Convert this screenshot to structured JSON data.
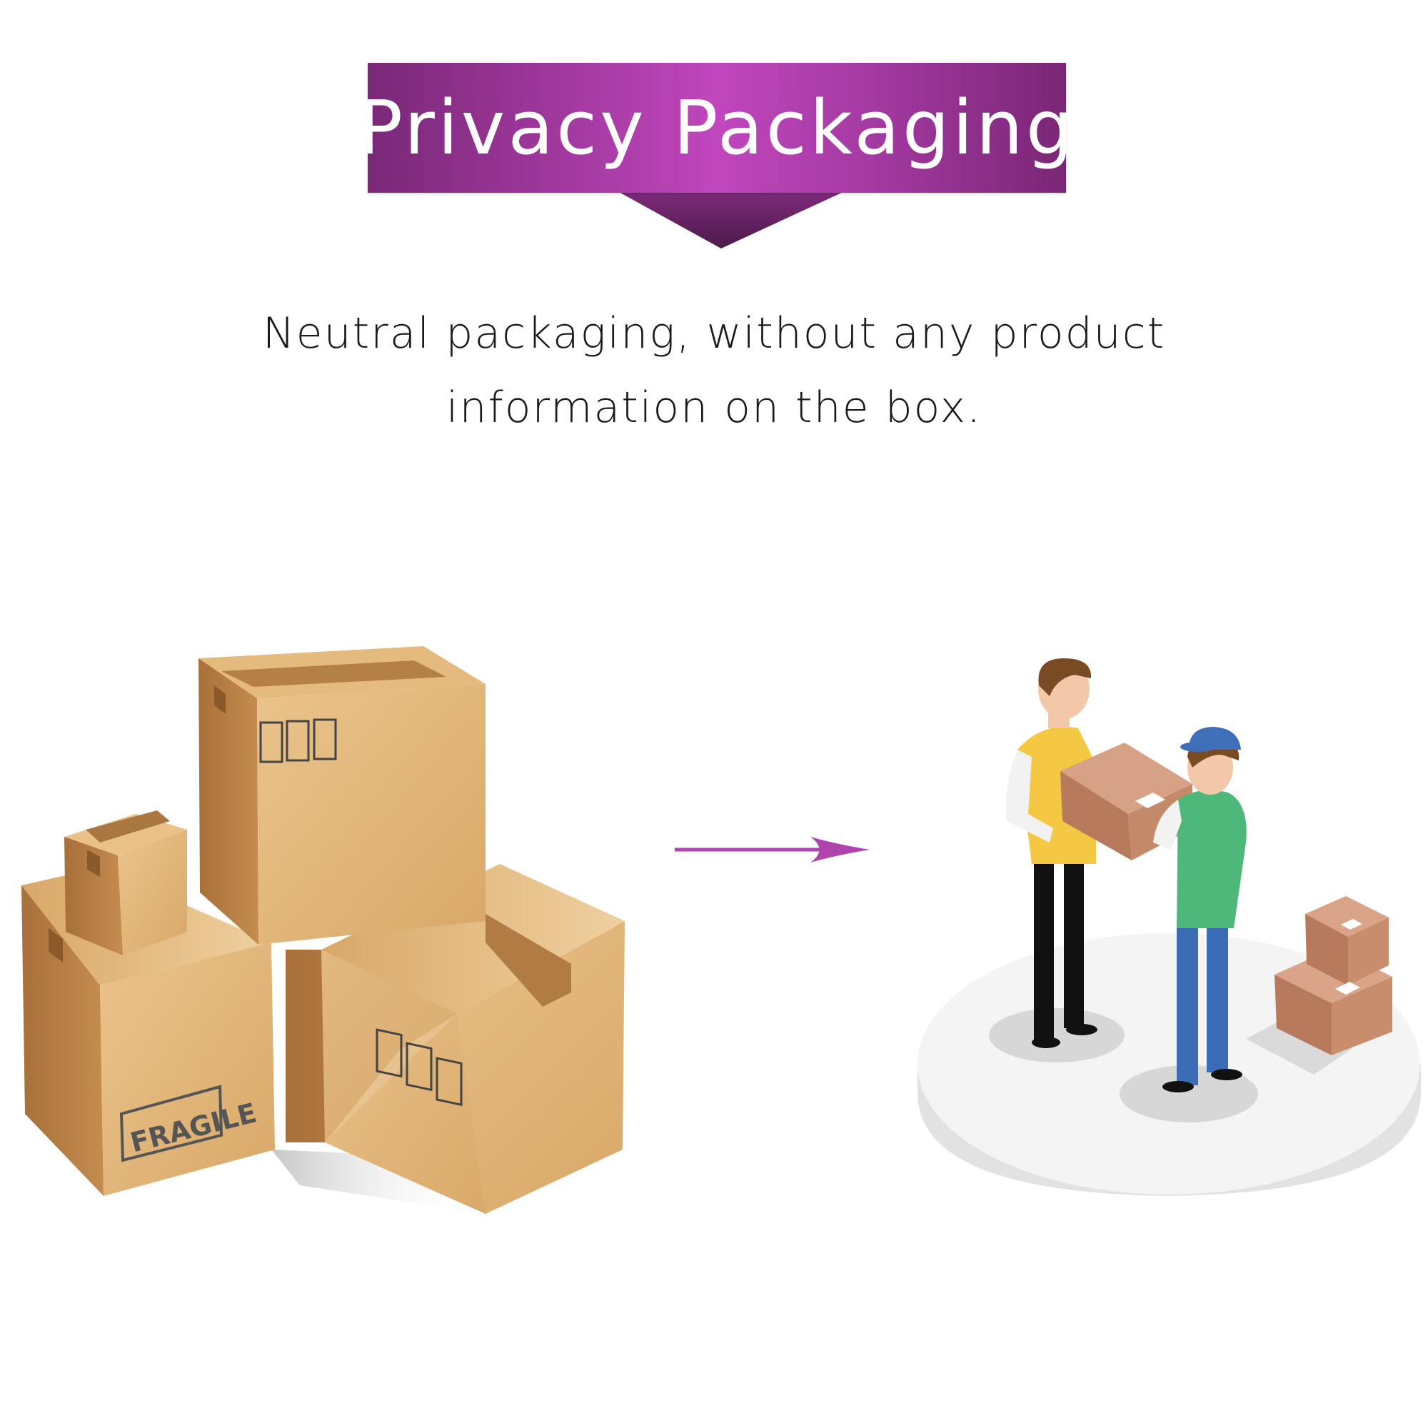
{
  "header": {
    "title": "Privacy Packaging"
  },
  "description": {
    "line1": "Neutral packaging, without any product",
    "line2": "information on the box."
  },
  "illustration": {
    "box_stamp": "FRAGILE",
    "accent_color": "#b043ae",
    "cardboard_color": "#d9a868",
    "platform_color": "#f2f2f2"
  }
}
